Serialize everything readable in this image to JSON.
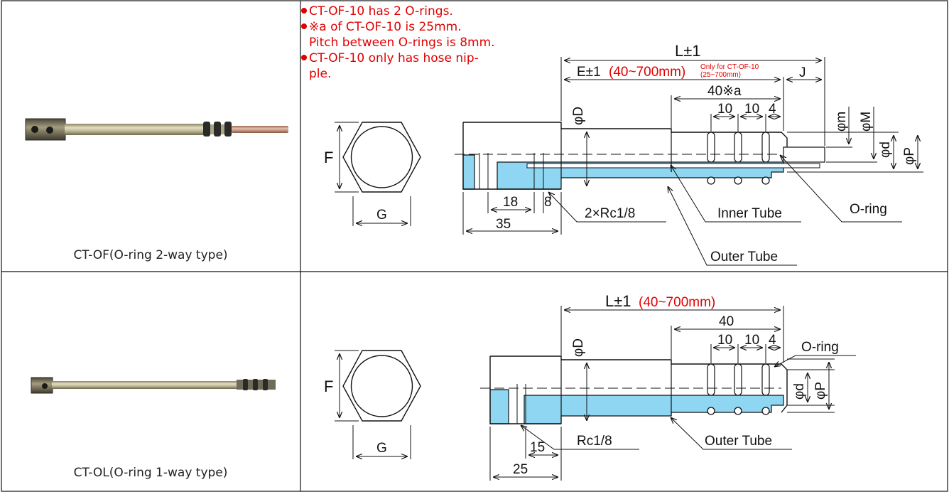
{
  "colors": {
    "tube_fill": "#8fd6f2",
    "note_red": "#e10000",
    "rod_copper": "#c9967c",
    "rod_metal": "#b9b18f",
    "line": "#111111"
  },
  "notes": [
    "CT-OF-10 has 2 O-rings.",
    "※a  of  CT-OF-10  is  25mm.",
    "Pitch between O-rings is 8mm.",
    "CT-OF-10 only has hose nip-",
    "ple."
  ],
  "rows": [
    {
      "caption": "CT-OF(O-ring 2-way type)",
      "hex": {
        "f_label": "F",
        "g_label": "G"
      },
      "dims": {
        "L": "L±1",
        "E": "E±1",
        "E_range": "(40~700mm)",
        "only_note_1": "Only for CT-OF-10",
        "only_note_2": "(25~700mm)",
        "J": "J",
        "a40": "40※a",
        "d10a": "10",
        "d10b": "10",
        "d4": "4",
        "phiD": "φD",
        "phim": "φm",
        "phiM": "φM",
        "phid": "φd",
        "phiP": "φP",
        "d18": "18",
        "d8": "8",
        "d35": "35"
      },
      "callouts": {
        "port": "2×Rc1/8",
        "inner": "Inner Tube",
        "oring": "O-ring",
        "outer": "Outer Tube"
      }
    },
    {
      "caption": "CT-OL(O-ring 1-way type)",
      "hex": {
        "f_label": "F",
        "g_label": "G"
      },
      "dims": {
        "L": "L±1",
        "L_range": "(40~700mm)",
        "d40": "40",
        "d10a": "10",
        "d10b": "10",
        "d4": "4",
        "phiD": "φD",
        "phid": "φd",
        "phiP": "φP",
        "d15": "15",
        "d25": "25"
      },
      "callouts": {
        "port": "Rc1/8",
        "oring": "O-ring",
        "outer": "Outer Tube"
      }
    }
  ]
}
